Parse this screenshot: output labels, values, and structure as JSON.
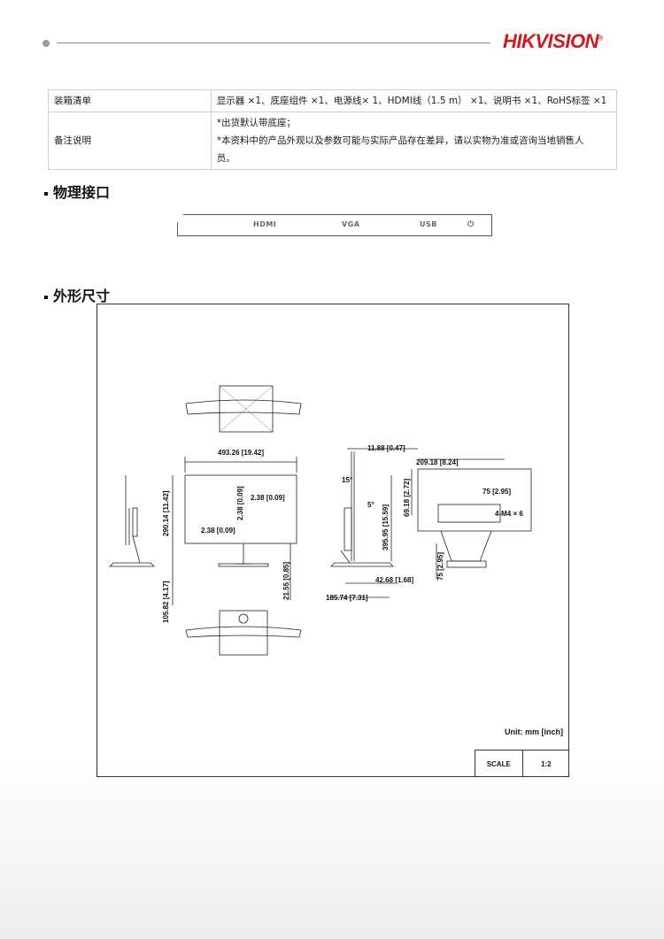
{
  "header": {
    "brand": "HIKVISION",
    "brand_mark": "®"
  },
  "table": {
    "rows": [
      {
        "key": "装箱清单",
        "value": "显示器 ×1、底座组件 ×1、电源线× 1、HDMI线（1.5 m） ×1、说明书 ×1、RoHS标签 ×1"
      },
      {
        "key": "备注说明",
        "lines": [
          "*出货默认带底座；",
          "*本资料中的产品外观以及参数可能与实际产品存在差异，请以实物为准或咨询当地销售人",
          "员。"
        ]
      }
    ]
  },
  "sections": {
    "ports_title": "物理接口",
    "dims_title": "外形尺寸"
  },
  "ports": [
    "HDMI",
    "VGA",
    "USB",
    "⏻"
  ],
  "drawing": {
    "dims": {
      "width": "493.26  [19.42]",
      "top_gap": "11.88  [0.47]",
      "depth_top": "209.18  [8.24]",
      "height_screen": "290.14  [11.42]",
      "bezel_top": "2.38  [0.09]",
      "bezel_side": "2.38  [0.09]",
      "bezel_left": "2.38  [0.09]",
      "tilt_back": "15°",
      "tilt_front": "5°",
      "side_h1": "69.18  [2.72]",
      "side_h2": "395.95  [15.59]",
      "vesa_w": "75  [2.95]",
      "vesa_screws": "4-M4 × 6",
      "vesa_h": "75  [2.95]",
      "stand_h": "105.82  [4.17]",
      "bottom_bezel": "21.55  [0.85]",
      "base_offset": "42.68  [1.68]",
      "base_depth": "185.74  [7.31]"
    },
    "unit": "Unit: mm [inch]",
    "scale_label": "SCALE",
    "scale_value": "1:2"
  }
}
